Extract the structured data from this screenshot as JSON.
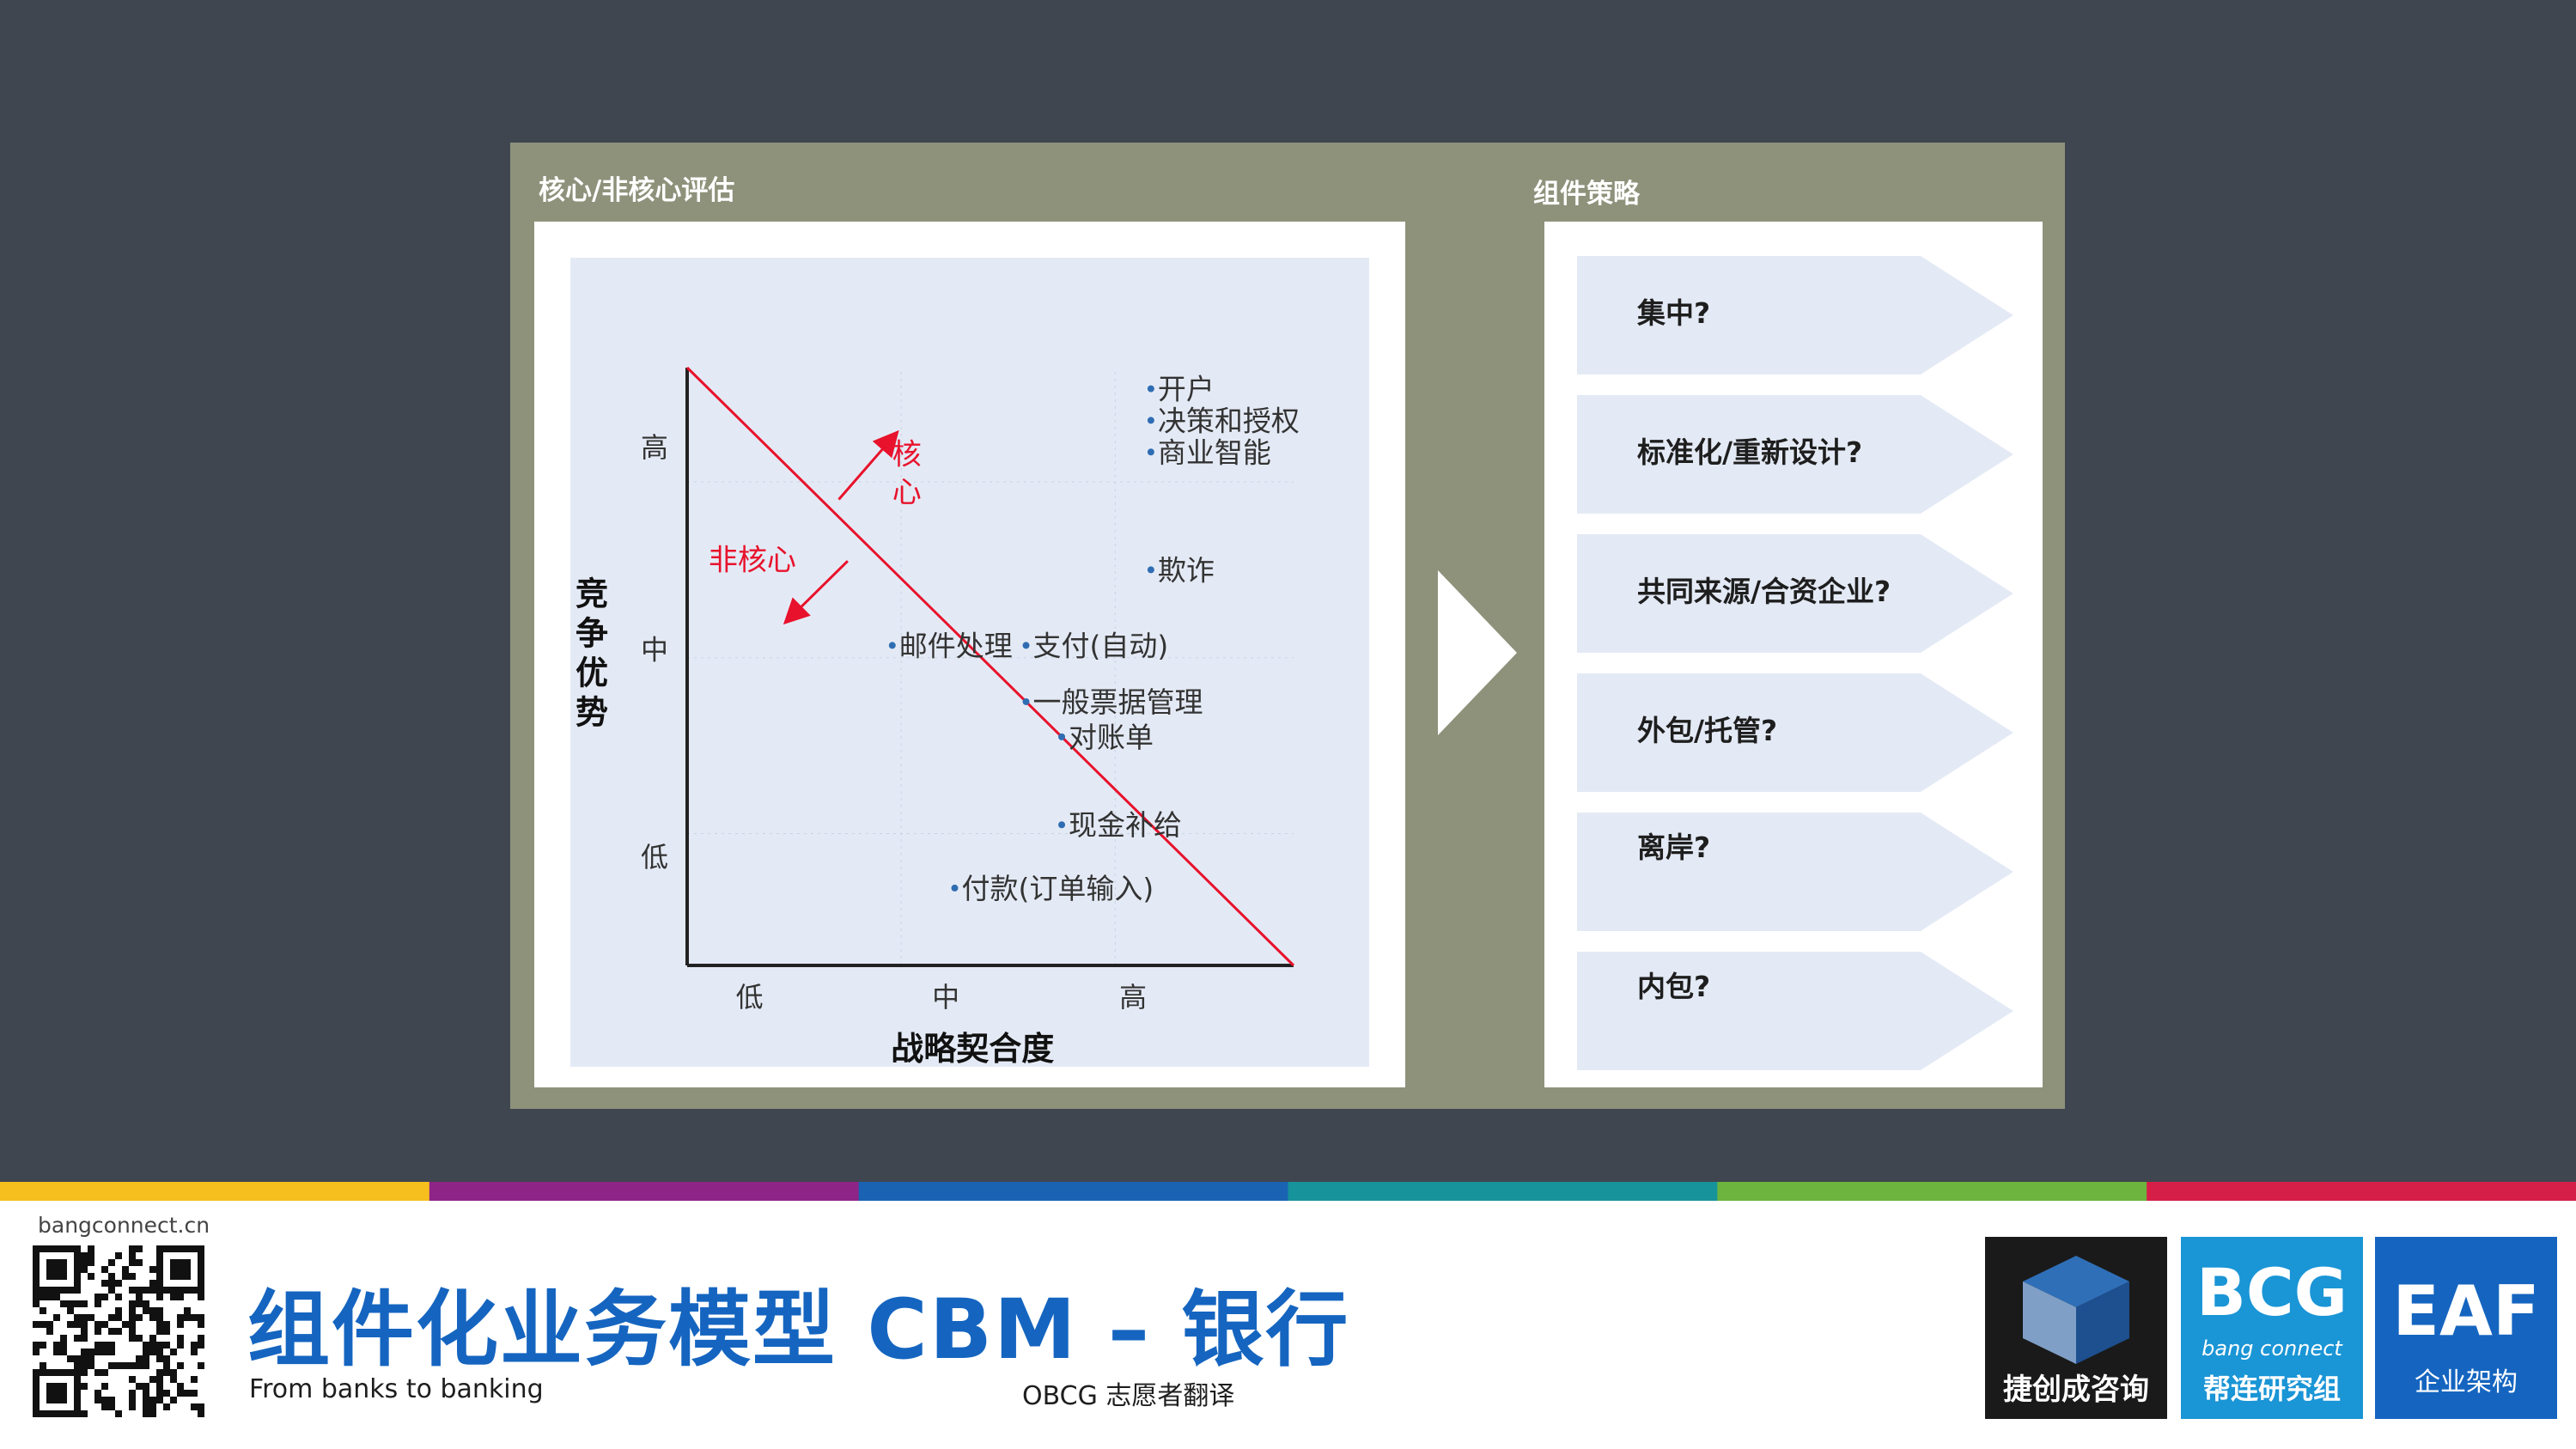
{
  "left_panel": {
    "title": "核心/非核心评估"
  },
  "right_panel": {
    "title": "组件策略"
  },
  "chart_data": {
    "type": "scatter",
    "xlabel": "战略契合度",
    "ylabel": "竞争优势",
    "x_ticks": [
      "低",
      "中",
      "高"
    ],
    "y_ticks": [
      "低",
      "中",
      "高"
    ],
    "divider_labels": {
      "core": "核心",
      "non_core": "非核心"
    },
    "points": [
      {
        "label": "开户",
        "x": 2.6,
        "y": 3.28
      },
      {
        "label": "决策和授权",
        "x": 2.6,
        "y": 3.1
      },
      {
        "label": "商业智能",
        "x": 2.6,
        "y": 2.92
      },
      {
        "label": "欺诈",
        "x": 2.6,
        "y": 2.25
      },
      {
        "label": "邮件处理",
        "x": 1.15,
        "y": 1.82
      },
      {
        "label": "支付(自动)",
        "x": 1.9,
        "y": 1.82
      },
      {
        "label": "一般票据管理",
        "x": 1.9,
        "y": 1.5
      },
      {
        "label": "对账单",
        "x": 2.1,
        "y": 1.3
      },
      {
        "label": "现金补给",
        "x": 2.1,
        "y": 0.8
      },
      {
        "label": "付款(订单输入)",
        "x": 1.5,
        "y": 0.44
      }
    ]
  },
  "strategies": [
    "集中?",
    "标准化/重新设计?",
    "共同来源/合资企业?",
    "外包/托管?",
    "离岸?",
    "内包?"
  ],
  "footer": {
    "site": "bangconnect.cn",
    "title": "组件化业务模型 CBM – 银行",
    "subtitle": "From banks to banking",
    "credit": "OBCG 志愿者翻译",
    "logos": [
      {
        "caption": "捷创成咨询"
      },
      {
        "main": "BCG",
        "italic": "bang connect",
        "caption": "帮连研究组"
      },
      {
        "main": "EAF",
        "caption": "企业架构"
      }
    ]
  },
  "colors": {
    "background": "#3f4650",
    "panel": "#8e927b",
    "chart_bg": "#e4eaf5",
    "divider": "#e8122c",
    "dot": "#2f6db3",
    "title_blue": "#1565c0",
    "stripe": [
      "#f6bf1e",
      "#8e2486",
      "#1a63b3",
      "#17939b",
      "#6cb43e",
      "#d61f48"
    ]
  },
  "icons": [
    "right-arrow-icon",
    "qr-code-icon",
    "cube-logo-icon"
  ]
}
